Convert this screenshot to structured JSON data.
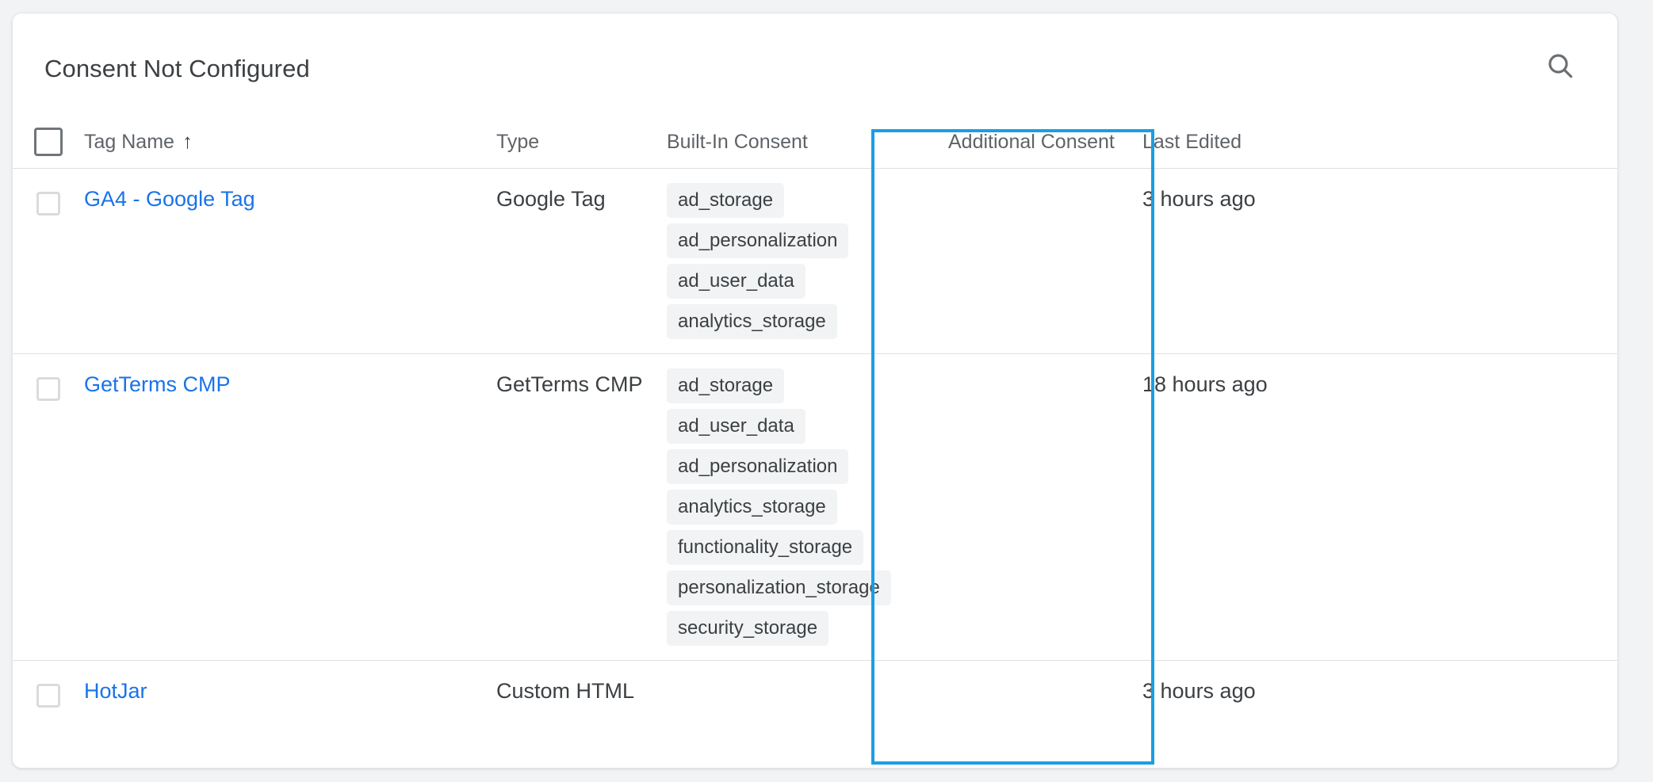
{
  "card": {
    "title": "Consent Not Configured",
    "search_icon": "search-icon"
  },
  "table": {
    "columns": [
      {
        "key": "tag_name",
        "label": "Tag Name",
        "sort": "↑",
        "sorted": true
      },
      {
        "key": "type",
        "label": "Type"
      },
      {
        "key": "built_in_consent",
        "label": "Built-In Consent"
      },
      {
        "key": "additional_consent",
        "label": "Additional Consent"
      },
      {
        "key": "last_edited",
        "label": "Last Edited"
      }
    ],
    "select_all_checked": false,
    "rows": [
      {
        "tag_name": "GA4 - Google Tag",
        "type": "Google Tag",
        "built_in_consent": [
          "ad_storage",
          "ad_personalization",
          "ad_user_data",
          "analytics_storage"
        ],
        "additional_consent": [],
        "last_edited": "3 hours ago",
        "checked": false
      },
      {
        "tag_name": "GetTerms CMP",
        "type": "GetTerms CMP",
        "built_in_consent": [
          "ad_storage",
          "ad_user_data",
          "ad_personalization",
          "analytics_storage",
          "functionality_storage",
          "personalization_storage",
          "security_storage"
        ],
        "additional_consent": [],
        "last_edited": "18 hours ago",
        "checked": false
      },
      {
        "tag_name": "HotJar",
        "type": "Custom HTML",
        "built_in_consent": [],
        "additional_consent": [],
        "last_edited": "3 hours ago",
        "checked": false
      }
    ]
  },
  "annotation": {
    "highlight_column": "Built-In Consent",
    "color": "#1b9de4"
  },
  "colors": {
    "link": "#1a73e8",
    "text": "#3c4043",
    "muted": "#5f6368",
    "chip_bg": "#f1f3f4",
    "divider": "#e0e0e0",
    "highlight": "#1b9de4"
  }
}
